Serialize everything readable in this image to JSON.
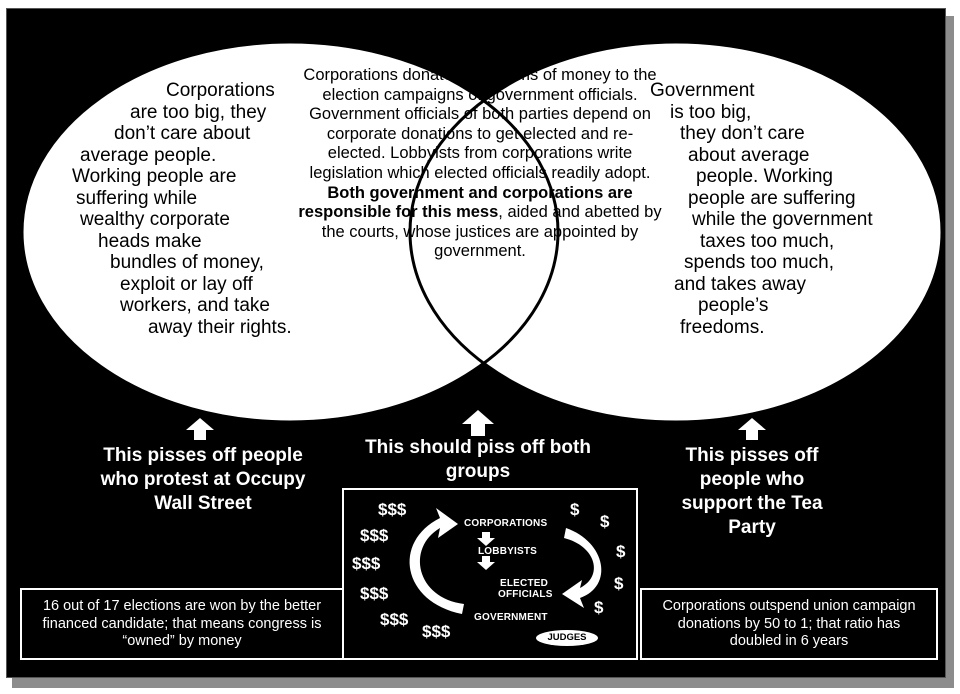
{
  "left_circle": {
    "lines": [
      "Corporations",
      "are too big, they",
      "don’t care about",
      "average people.",
      "Working people are",
      "suffering while",
      "wealthy corporate",
      "heads make",
      "bundles of money,",
      "exploit or lay off",
      "workers, and take",
      "away their rights."
    ]
  },
  "right_circle": {
    "lines": [
      "Government",
      "is too big,",
      "they don’t care",
      "about average",
      "people. Working",
      "people are suffering",
      "while the government",
      "taxes too much,",
      "spends too much,",
      "and takes away",
      "people’s",
      "freedoms."
    ]
  },
  "overlap": {
    "text_before_bold": "Corporations donate huge sums of money to the election campaigns of government officials. Government officials of both parties depend on corporate donations to get elected and re-elected. Lobbyists from corporations write legislation which elected officials readily adopt. ",
    "bold_text": "Both government and corporations are responsible for this mess",
    "text_after_bold": ", aided and abetted by the courts, whose justices are appointed by government."
  },
  "labels": {
    "left": "This pisses off people who protest at Occupy Wall Street",
    "center": "This should piss off both groups",
    "right": "This pisses off people who support the Tea Party"
  },
  "boxes": {
    "left": "16 out of 17 elections are won by the better financed candidate; that means congress is “owned” by money",
    "right": "Corporations outspend union campaign donations by 50 to 1; that ratio has doubled in 6 years"
  },
  "cycle": {
    "corporations": "CORPORATIONS",
    "lobbyists": "LOBBYISTS",
    "elected": "ELECTED",
    "officials": "OFFICIALS",
    "government": "GOVERNMENT",
    "judges": "JUDGES",
    "dollars_left": [
      "$$$",
      "$$$",
      "$$$",
      "$$$",
      "$$$",
      "$$$"
    ],
    "dollars_right": [
      "$",
      "$",
      "$",
      "$",
      "$"
    ]
  },
  "colors": {
    "background": "#000000",
    "circle": "#ffffff",
    "text_light": "#ffffff",
    "text_dark": "#000000"
  }
}
